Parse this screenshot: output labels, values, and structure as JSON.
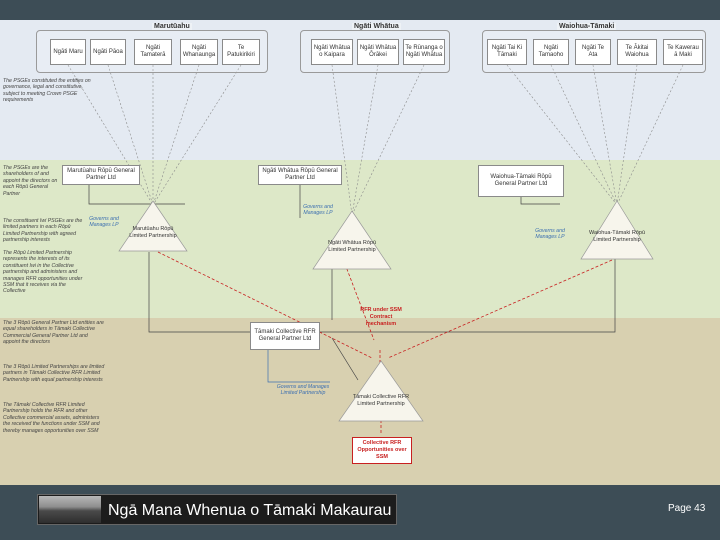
{
  "groups": [
    {
      "title": "Marutūahu",
      "members": [
        "Ngāti Maru",
        "Ngāti Pāoa",
        "Ngāti Tamaterā",
        "Ngāti Whanaunga",
        "Te Patukirikiri"
      ]
    },
    {
      "title": "Ngāti Whātua",
      "members": [
        "Ngāti Whātua o Kaipara",
        "Ngāti Whātua Ōrākei",
        "Te Rūnanga o Ngāti Whātua"
      ]
    },
    {
      "title": "Waiohua-Tāmaki",
      "members": [
        "Ngāti Tai Ki Tāmaki",
        "Ngāti Tamaoho",
        "Ngāti Te Ata",
        "Te Ākitai Waiohua",
        "Te Kawerau ā Maki"
      ]
    }
  ],
  "general_partners": [
    "Marutūahu Rōpū General Partner Ltd",
    "Ngāti Whātua Rōpū General Partner Ltd",
    "Waiohua-Tāmaki Rōpū General Partner Ltd"
  ],
  "limited_partnerships": [
    "Marutūahu Rōpū Limited Partnership",
    "Ngāti Whātua Rōpū Limited Partnership",
    "Waiohua-Tāmaki Rōpū Limited Partnership"
  ],
  "governs_label": "Governs and Manages LP",
  "collective_gp": "Tāmaki Collective RFR General Partner Ltd",
  "collective_lp": "Tāmaki Collective RFR Limited Partnership",
  "collective_governs": "Governs and Manages Limited Partnership",
  "rfr_under_ssm": "RFR under SSM Contract mechanism",
  "collective_opportunities": "Collective RFR Opportunities over SSM",
  "notes": [
    "The PSGEs constituted the entities on governance, legal and constitutive, subject to meeting Crown PSGE requirements",
    "The PSGEs are the shareholders of and appoint the directors on each Rōpū General Partner",
    "The constituent Iwi PSGEs are the limited partners in each Rōpū Limited Partnership with agreed partnership interests",
    "The Rōpū Limited Partnership represents the interests of its constituent Iwi in the Collective partnership and administers and manages RFR opportunities under SSM that it receives via the Collective",
    "The 3 Rōpū General Partner Ltd entities are equal shareholders in Tāmaki Collective Commercial General Partner Ltd and appoint the directors",
    "The 3 Rōpū Limited Partnerships are limited partners in Tāmaki Collective RFR Limited Partnership with equal partnership interests",
    "The Tāmaki Collective RFR Limited Partnership holds the RFR and other Collective commercial assets, administers the received the functions under SSM and thereby manages opportunities over SSM"
  ],
  "footer": {
    "title": "Ngā Mana Whenua o Tāmaki Makaurau",
    "page": "Page 43"
  },
  "colors": {
    "top_band": "#e4eaf2",
    "green_band": "#dde8c8",
    "tan_band": "#d8d0b0",
    "relationship": "#c82020",
    "governance": "#3c6fb0"
  }
}
